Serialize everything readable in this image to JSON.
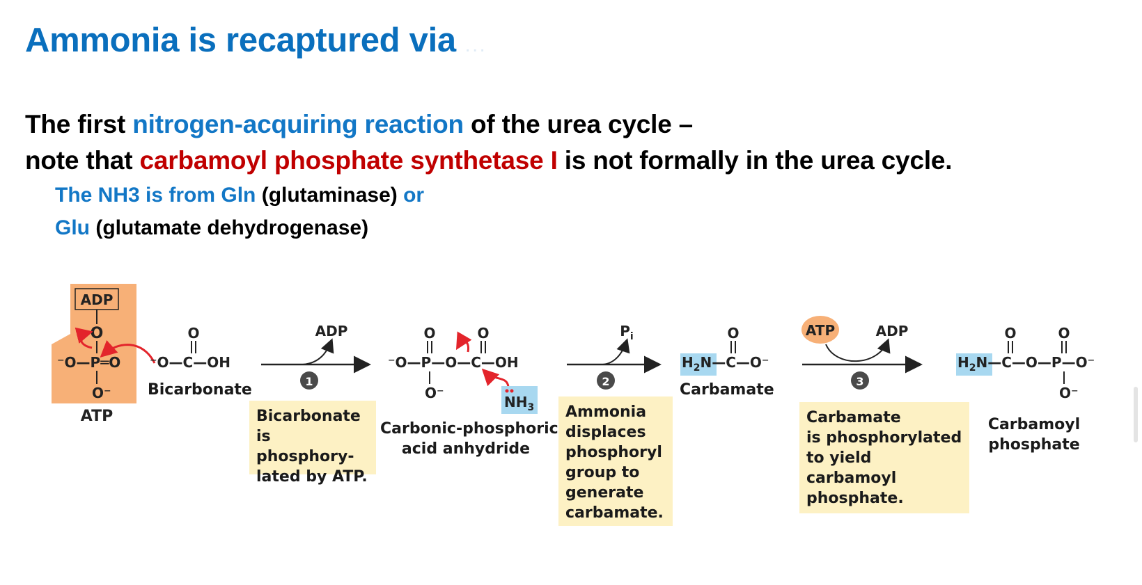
{
  "slide": {
    "title": "Ammonia is recaptured via",
    "title_trailing_faded": ". . .",
    "line1": {
      "part1": "The first ",
      "part2_blue": "nitrogen-acquiring reaction",
      "part3": " of the urea cycle –"
    },
    "line2": {
      "part1": "note that ",
      "part2_red": "carbamoyl phosphate synthetase I",
      "part3": " is not formally in the urea cycle."
    },
    "sub1": {
      "part1_blue": "The NH3 is from Gln",
      "part2": " (glutaminase)",
      "part3_blue": " or"
    },
    "sub2": {
      "part1_blue": "Glu",
      "part2": " (glutamate dehydrogenase)"
    },
    "colors": {
      "title_blue": "#0a6fbd",
      "highlight_blue": "#1277c6",
      "highlight_red": "#c00000",
      "atp_orange": "#f7b077",
      "caption_yellow": "#fdf1c4",
      "nh_blue": "#a8d8f0",
      "arrow_red": "#e3242b",
      "step_badge": "#4a4a4a"
    }
  },
  "figure": {
    "atp_box_label": "ADP",
    "atp_label": "ATP",
    "bicarbonate_label": "Bicarbonate",
    "step1": {
      "number": "1",
      "byproduct": "ADP",
      "caption": [
        "Bicarbonate",
        "is phosphory-",
        "lated by ATP."
      ]
    },
    "intermediate_label": [
      "Carbonic-phosphoric",
      "acid anhydride"
    ],
    "nh3_label": "NH3",
    "step2": {
      "number": "2",
      "byproduct": "Pi",
      "caption": [
        "Ammonia",
        "displaces",
        "phosphoryl",
        "group to",
        "generate",
        "carbamate."
      ]
    },
    "carbamate_label": "Carbamate",
    "step3": {
      "number": "3",
      "input": "ATP",
      "byproduct": "ADP",
      "caption": [
        "Carbamate",
        "is phosphorylated",
        "to yield carbamoyl",
        "phosphate."
      ]
    },
    "product_label": [
      "Carbamoyl",
      "phosphate"
    ]
  }
}
